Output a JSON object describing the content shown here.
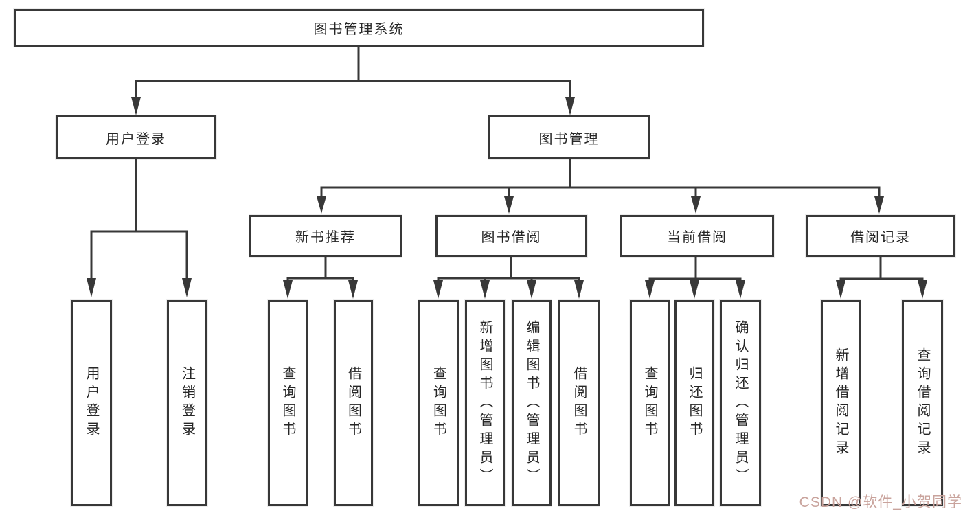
{
  "tree": {
    "label": "图书管理系统",
    "children": [
      {
        "label": "用户登录",
        "children": [
          {
            "label": "用户登录"
          },
          {
            "label": "注销登录"
          }
        ]
      },
      {
        "label": "图书管理",
        "children": [
          {
            "label": "新书推荐",
            "children": [
              {
                "label": "查询图书"
              },
              {
                "label": "借阅图书"
              }
            ]
          },
          {
            "label": "图书借阅",
            "children": [
              {
                "label": "查询图书"
              },
              {
                "label": "新增图书（管理员）"
              },
              {
                "label": "编辑图书（管理员）"
              },
              {
                "label": "借阅图书"
              }
            ]
          },
          {
            "label": "当前借阅",
            "children": [
              {
                "label": "查询图书"
              },
              {
                "label": "归还图书"
              },
              {
                "label": "确认归还（管理员）"
              }
            ]
          },
          {
            "label": "借阅记录",
            "children": [
              {
                "label": "新增借阅记录"
              },
              {
                "label": "查询借阅记录"
              }
            ]
          }
        ]
      }
    ]
  },
  "watermark": {
    "text": "CSDN @软件_小贺同学"
  },
  "colors": {
    "line": "#383838",
    "box_border": "#383838",
    "text": "#262626",
    "background": "#ffffff",
    "watermark": "#c9a39c"
  }
}
